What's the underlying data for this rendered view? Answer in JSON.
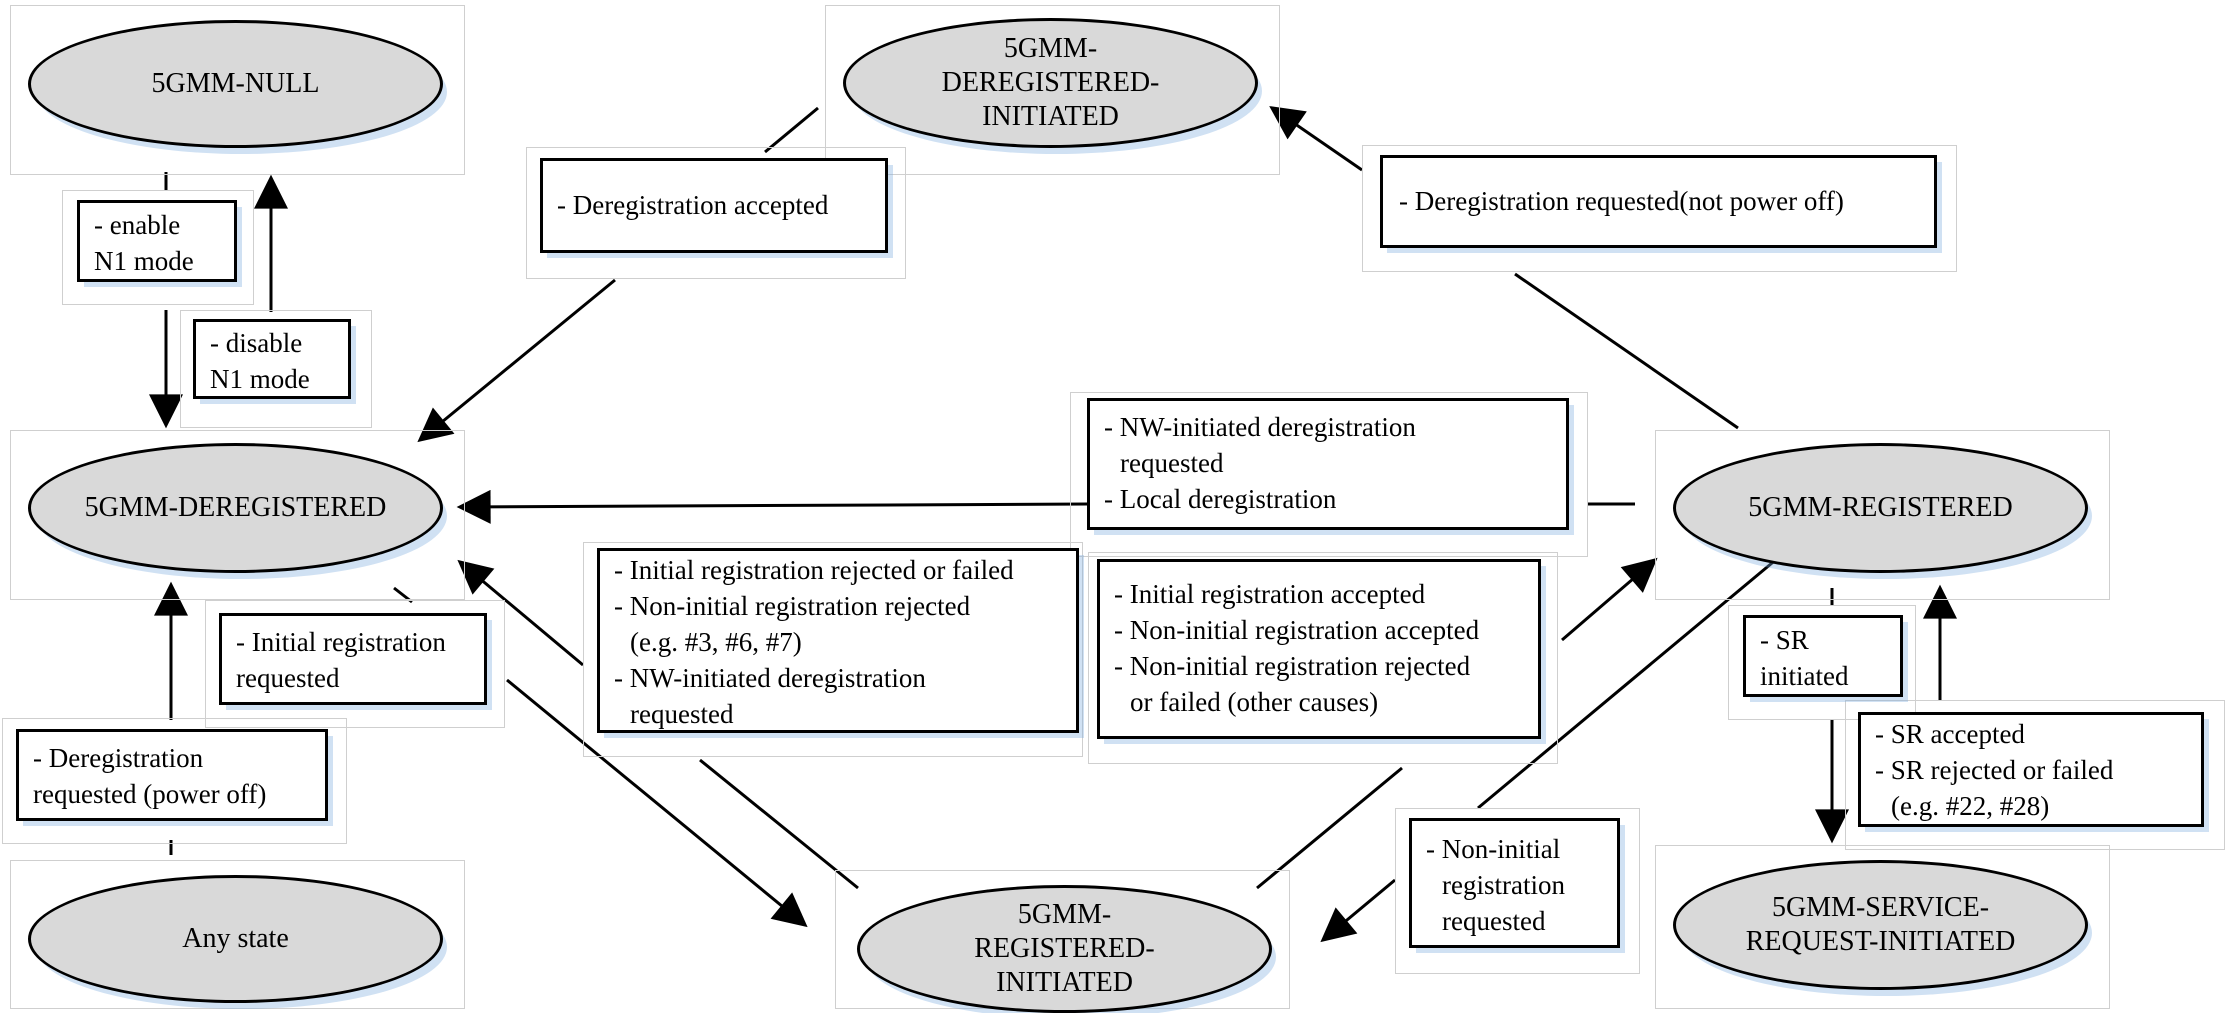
{
  "states": {
    "null": "5GMM-NULL",
    "dereg_initiated": "5GMM-\nDEREGISTERED-\nINITIATED",
    "deregistered": "5GMM-DEREGISTERED",
    "registered": "5GMM-REGISTERED",
    "any_state": "Any state",
    "reg_initiated": "5GMM-\nREGISTERED-\nINITIATED",
    "sr_initiated": "5GMM-SERVICE-\nREQUEST-INITIATED"
  },
  "labels": {
    "enable_n1": [
      "- enable",
      "N1 mode"
    ],
    "disable_n1": [
      "- disable",
      "N1 mode"
    ],
    "dereg_accepted": [
      "- Deregistration accepted"
    ],
    "dereg_requested_not_off": [
      "- Deregistration requested(not power off)"
    ],
    "nw_initiated": [
      "- NW-initiated deregistration",
      "requested",
      "- Local deregistration"
    ],
    "initial_reg_requested": [
      "- Initial registration",
      "requested"
    ],
    "dereg_power_off": [
      "- Deregistration",
      "requested (power off)"
    ],
    "reg_rejected": [
      "- Initial registration rejected or failed",
      "- Non-initial registration rejected",
      "(e.g. #3, #6, #7)",
      "- NW-initiated deregistration",
      "requested"
    ],
    "reg_accepted": [
      "- Initial registration accepted",
      "- Non-initial registration accepted",
      "- Non-initial registration rejected",
      "or failed (other causes)"
    ],
    "non_initial_requested": [
      "- Non-initial",
      "registration",
      "requested"
    ],
    "sr_initiated": [
      "- SR",
      "initiated"
    ],
    "sr_accepted": [
      "- SR accepted",
      "- SR rejected or failed",
      "(e.g. #22, #28)"
    ]
  }
}
